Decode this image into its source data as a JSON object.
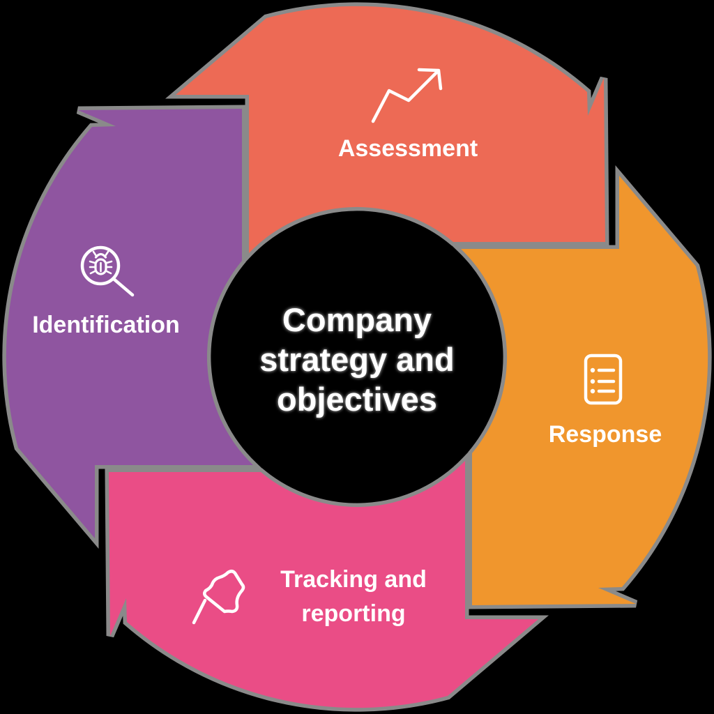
{
  "colors": {
    "background": "#000000",
    "outline": "#8a8a8a",
    "text": "#ffffff"
  },
  "center": {
    "lines": [
      "Company",
      "strategy and",
      "objectives"
    ]
  },
  "segments": [
    {
      "label": "Assessment",
      "color": "#ed6a55",
      "icon": "trend-up-icon"
    },
    {
      "label": "Response",
      "color": "#f0962d",
      "icon": "checklist-icon"
    },
    {
      "label": "Tracking and reporting",
      "label_lines": [
        "Tracking and",
        "reporting"
      ],
      "color": "#ea4d86",
      "icon": "pushpin-icon"
    },
    {
      "label": "Identification",
      "color": "#8f55a0",
      "icon": "bug-magnifier-icon"
    }
  ]
}
